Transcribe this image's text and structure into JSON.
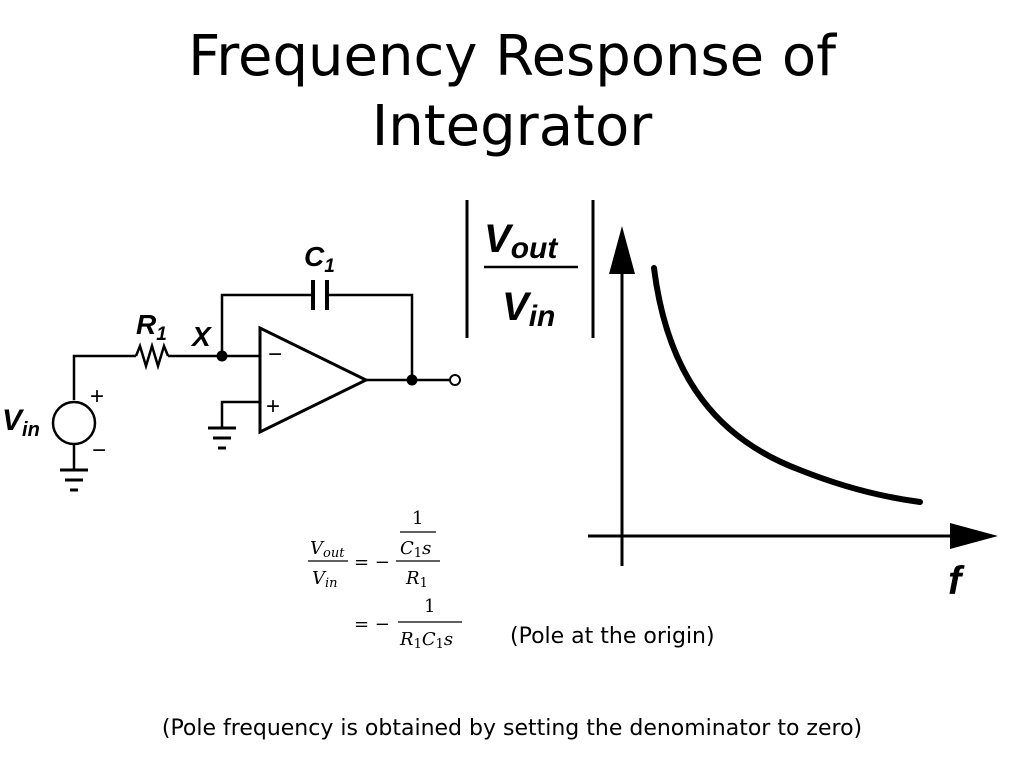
{
  "slide": {
    "title_line1": "Frequency Response of",
    "title_line2": "Integrator"
  },
  "circuit": {
    "capacitor_label": "C",
    "capacitor_sub": "1",
    "resistor_label": "R",
    "resistor_sub": "1",
    "node_label": "X",
    "source_label": "V",
    "source_sub": "in",
    "source_plus": "+",
    "source_minus": "−",
    "opamp_minus": "−",
    "opamp_plus": "+"
  },
  "graph": {
    "ylabel_num": "V",
    "ylabel_num_sub": "out",
    "ylabel_den": "V",
    "ylabel_den_sub": "in",
    "xlabel": "f"
  },
  "equation": {
    "lhs_num": "V",
    "lhs_num_sub": "out",
    "lhs_den": "V",
    "lhs_den_sub": "in",
    "eq1": "= −",
    "one_a": "1",
    "c1s_c": "C",
    "c1s_sub": "1",
    "c1s_s": "s",
    "r1_r": "R",
    "r1_sub": "1",
    "eq2": "= −",
    "one_b": "1",
    "den_r": "R",
    "den_r_sub": "1",
    "den_c": "C",
    "den_c_sub": "1",
    "den_s": "s"
  },
  "captions": {
    "pole_origin": "(Pole at the origin)",
    "pole_freq": "(Pole frequency is obtained by setting the denominator to zero)"
  }
}
